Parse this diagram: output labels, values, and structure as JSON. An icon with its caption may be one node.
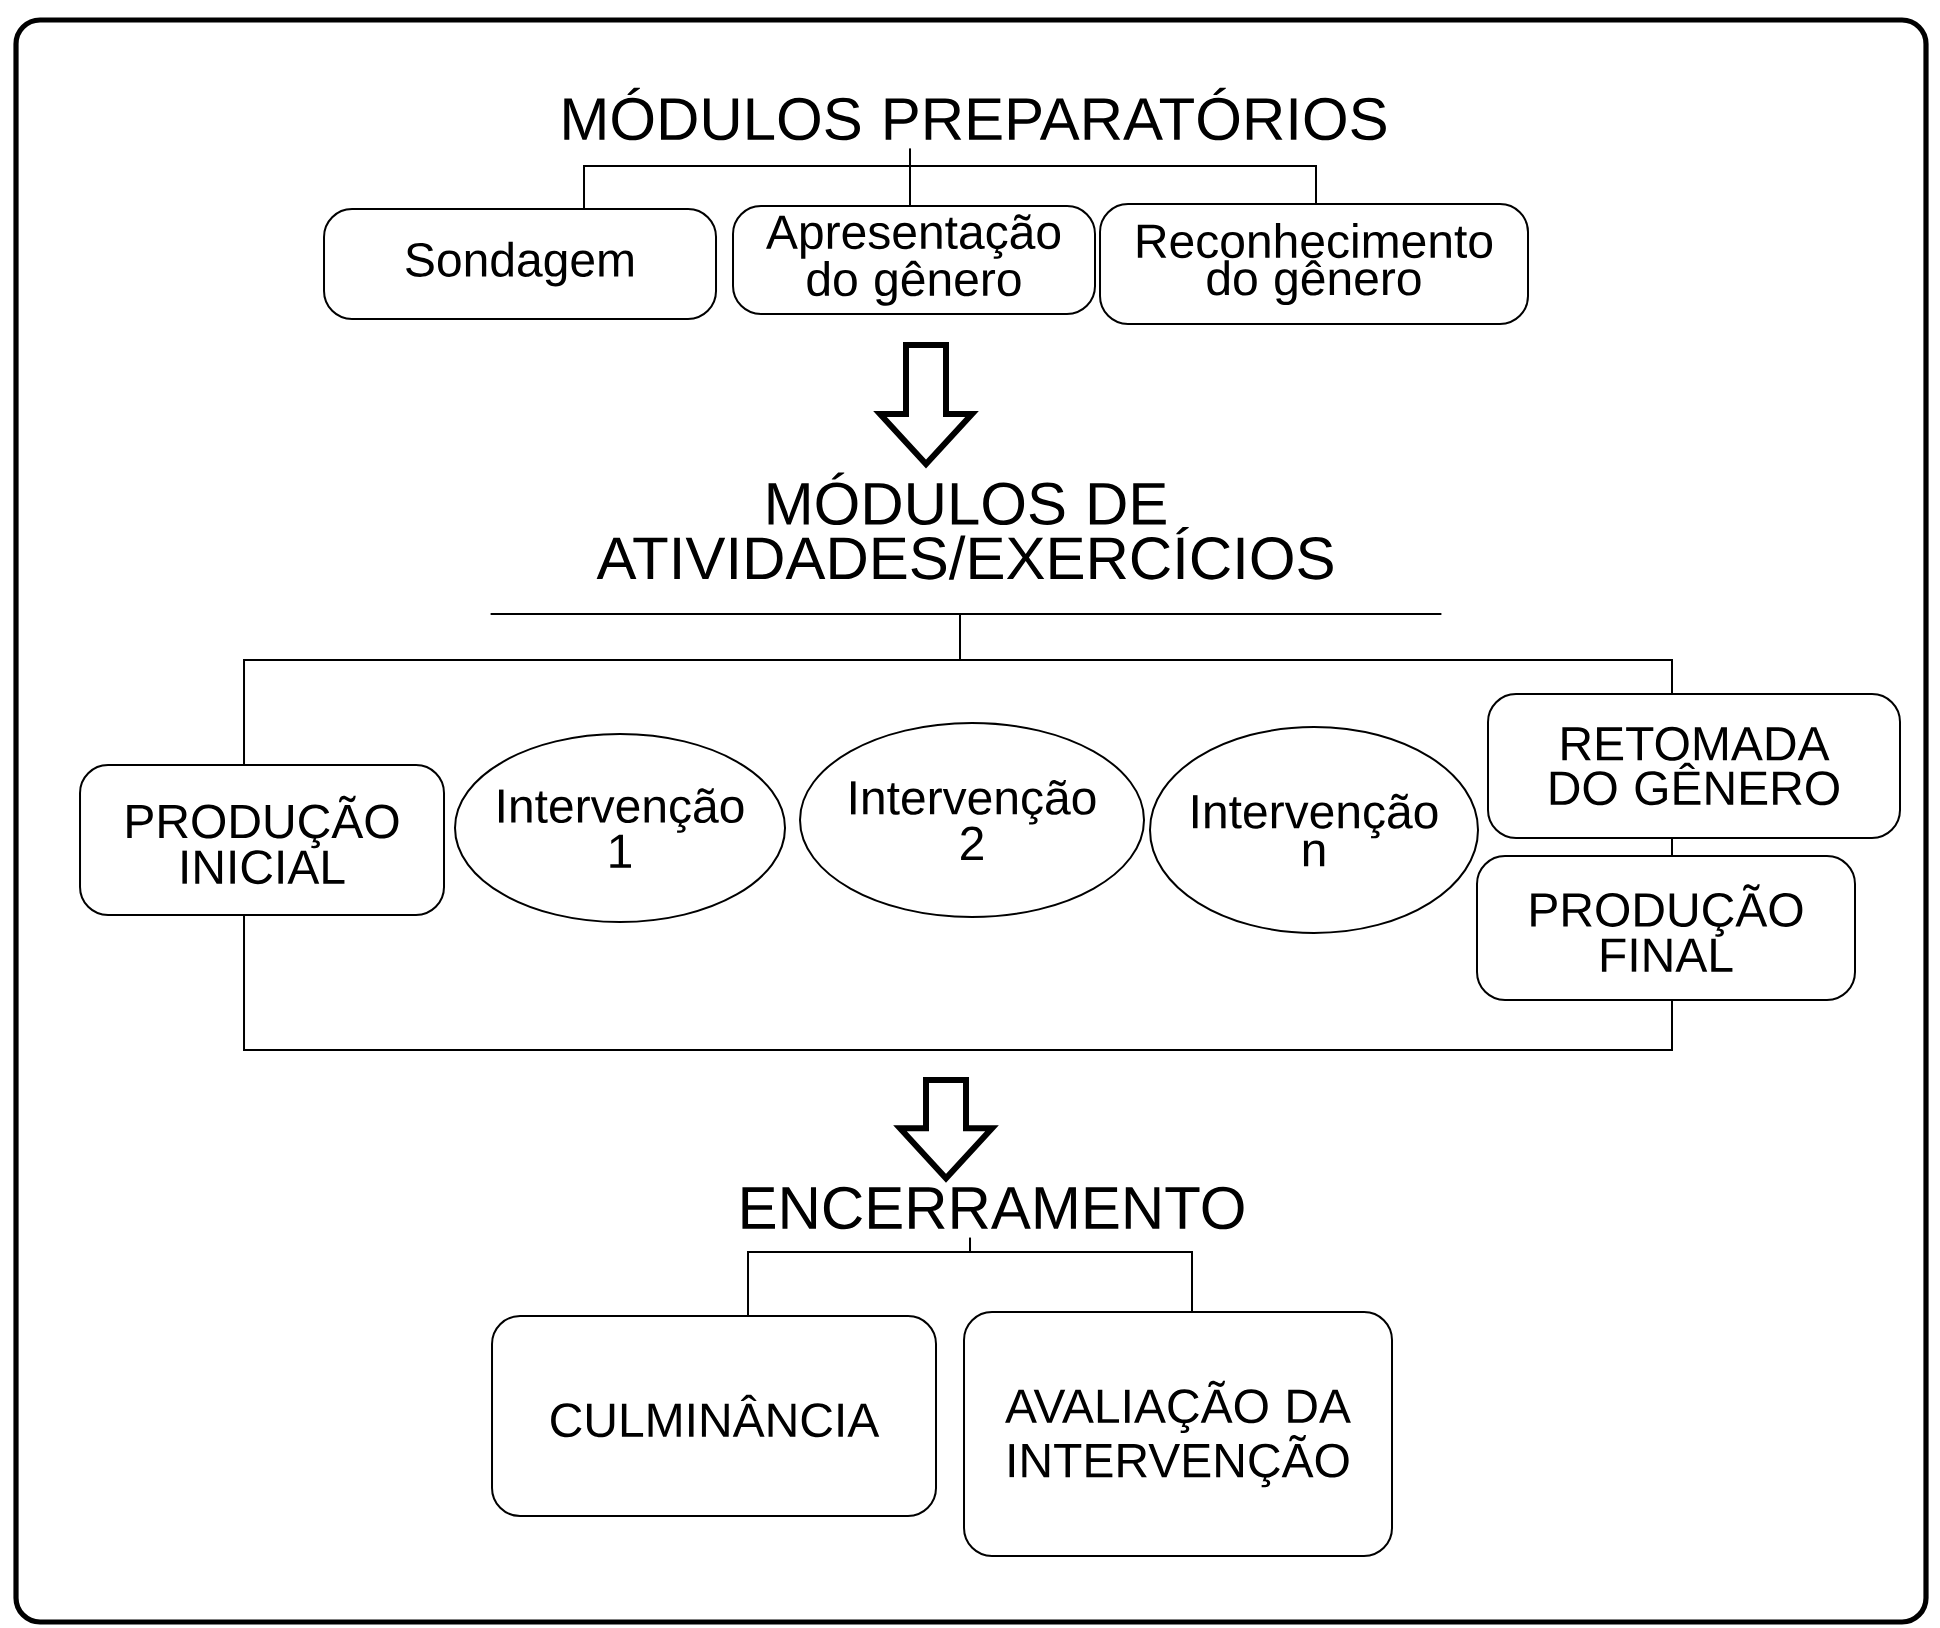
{
  "diagram": {
    "nodes": [
      {
        "text": [
          "MÓDULOS PREPARATÓRIOS"
        ]
      },
      {
        "text": [
          "Sondagem"
        ]
      },
      {
        "text": [
          "Apresentação do gênero"
        ]
      },
      {
        "text": [
          "Reconhecimento do gênero"
        ]
      },
      {
        "text": [
          "MÓDULOS DE ATIVIDADES/EXERCÍCIOS"
        ]
      },
      {
        "text": [
          "PRODUÇÃO INICIAL"
        ]
      },
      {
        "text": [
          "Intervenção 1"
        ]
      },
      {
        "text": [
          "Intervenção 2"
        ]
      },
      {
        "text": [
          "Intervenção n"
        ]
      },
      {
        "text": [
          "RETOMADA DO GÊNERO"
        ]
      },
      {
        "text": [
          "PRODUÇÃO FINAL"
        ]
      },
      {
        "text": [
          "ENCERRAMENTO"
        ]
      },
      {
        "text": [
          "CULMINÂNCIA"
        ]
      },
      {
        "text": [
          "AVALIAÇÃO DA INTERVENÇÃO"
        ]
      }
    ],
    "edges": [
      {
        "from": 0,
        "to": 1,
        "arrow": "none"
      },
      {
        "from": 0,
        "to": 2,
        "arrow": "none"
      },
      {
        "from": 0,
        "to": 3,
        "arrow": "none"
      },
      {
        "from": 2,
        "to": 4,
        "arrow": "to"
      },
      {
        "from": 4,
        "to": 5,
        "arrow": "none"
      },
      {
        "from": 4,
        "to": 9,
        "arrow": "none"
      },
      {
        "from": 5,
        "to": 10,
        "arrow": "none"
      },
      {
        "from": 9,
        "to": 10,
        "arrow": "none"
      },
      {
        "from": null,
        "to": 11,
        "arrow": "to"
      },
      {
        "from": 11,
        "to": 12,
        "arrow": "none"
      },
      {
        "from": 11,
        "to": 13,
        "arrow": "none"
      }
    ]
  }
}
